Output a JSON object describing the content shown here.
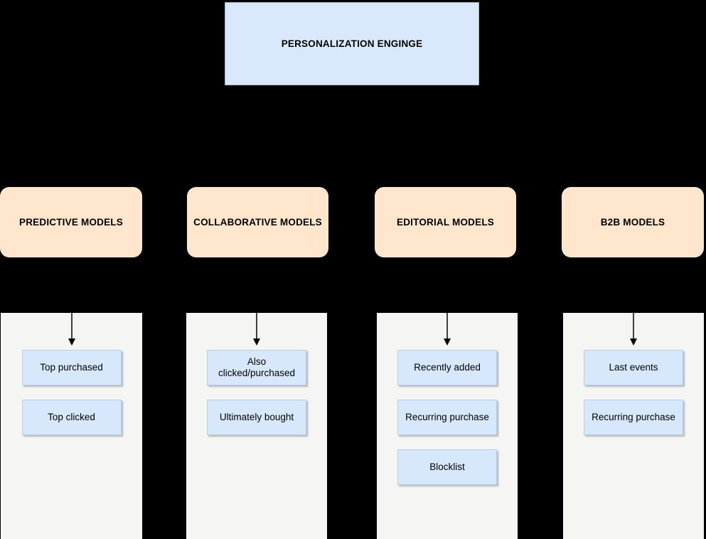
{
  "diagram": {
    "title": "PERSONALIZATION ENGINGE",
    "columns": [
      {
        "label": "PREDICTIVE MODELS",
        "items": [
          "Top purchased",
          "Top clicked"
        ]
      },
      {
        "label": "COLLABORATIVE MODELS",
        "items": [
          "Also\nclicked/purchased",
          "Ultimately bought"
        ]
      },
      {
        "label": "EDITORIAL MODELS",
        "items": [
          "Recently added",
          "Recurring purchase",
          "Blocklist"
        ]
      },
      {
        "label": "B2B MODELS",
        "items": [
          "Last events",
          "Recurring purchase"
        ]
      }
    ],
    "colors": {
      "background": "#000000",
      "root_node_fill": "#dae8fc",
      "root_node_border": "#9db3cc",
      "category_fill": "#ffe6cc",
      "group_fill": "#f5f5f4",
      "item_fill": "#d8e8fc",
      "item_border": "#b8cfe5",
      "text": "#000000",
      "arrow": "#000000"
    }
  }
}
